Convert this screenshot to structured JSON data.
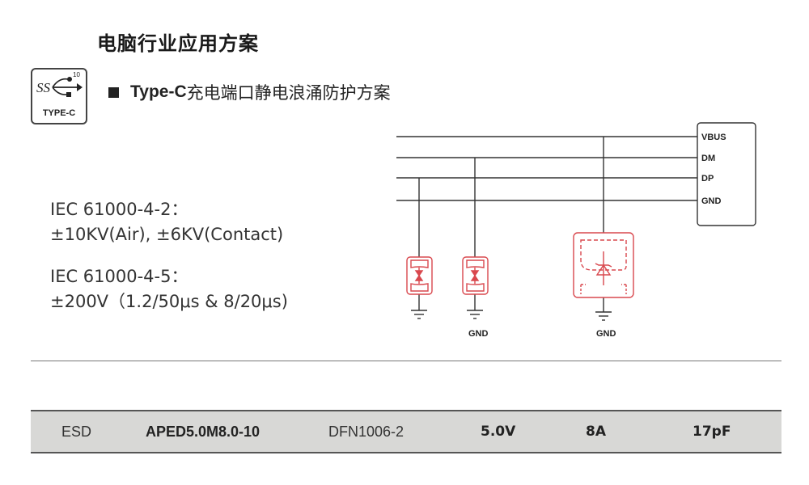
{
  "page": {
    "title": "电脑行业应用方案"
  },
  "badge": {
    "icon": "usb-superspeed-10-icon",
    "speed": "10",
    "ss_text": "SS",
    "caption": "TYPE-C"
  },
  "section": {
    "title_en": "Type-C",
    "title_cn": "充电端口静电浪涌防护方案"
  },
  "specs": [
    {
      "standard": "IEC 61000-4-2：",
      "rating": "±10KV(Air), ±6KV(Contact)"
    },
    {
      "standard": "IEC 61000-4-5：",
      "rating": "±200V（1.2/50μs & 8/20μs)"
    }
  ],
  "diagram": {
    "connector_pins": [
      "VBUS",
      "DM",
      "DP",
      "GND"
    ],
    "ground_labels": [
      "GND",
      "GND"
    ],
    "colors": {
      "line": "#333333",
      "device": "#d9484e"
    }
  },
  "table": {
    "rows": [
      {
        "type": "ESD",
        "part": "APED5.0M8.0-10",
        "package": "DFN1006-2",
        "vrwm": "5.0V",
        "ipp": "8A",
        "capacitance": "17pF"
      }
    ]
  }
}
